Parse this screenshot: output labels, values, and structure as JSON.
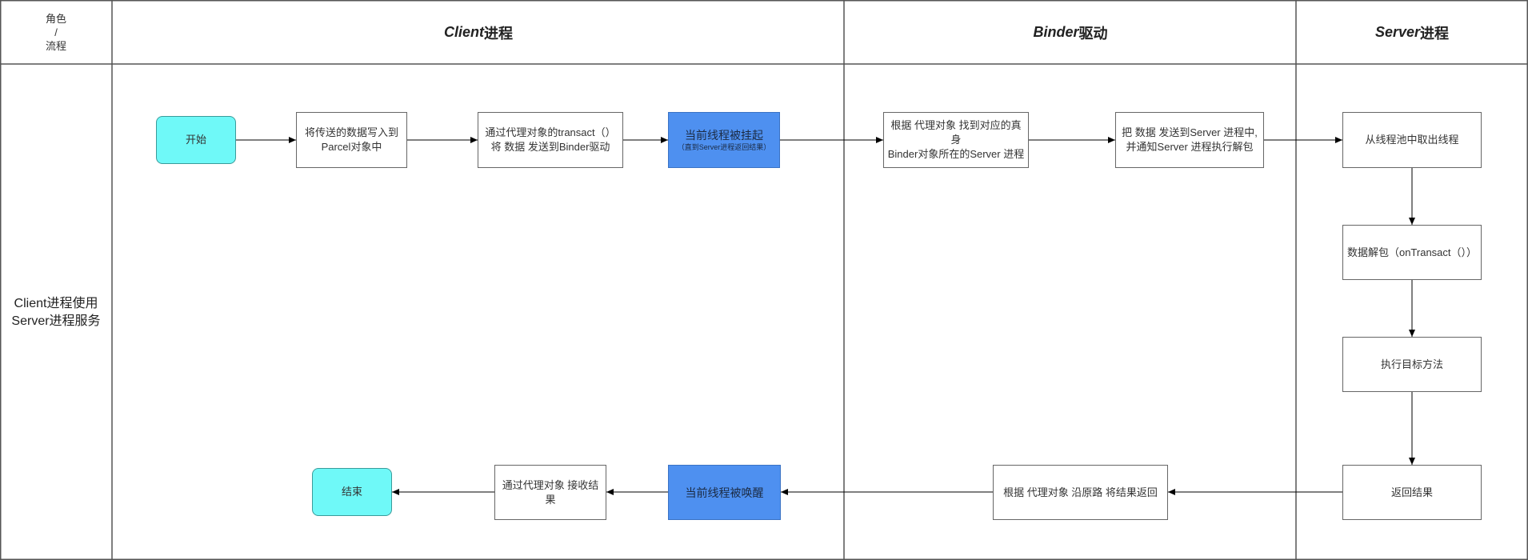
{
  "header": {
    "corner": {
      "line1": "角色",
      "line2": "/",
      "line3": "流程"
    },
    "lanes": [
      {
        "italic": "Client",
        "rest": "进程"
      },
      {
        "italic": "Binder",
        "rest": "驱动"
      },
      {
        "italic": "Server",
        "rest": "进程"
      }
    ]
  },
  "row": {
    "label_line1": "Client进程使用",
    "label_line2": "Server进程服务"
  },
  "nodes": {
    "start": "开始",
    "write_parcel": {
      "line1": "将传送的数据写入到",
      "line2": "Parcel对象中"
    },
    "transact": {
      "line1": "通过代理对象的transact（）",
      "line2": "将 数据 发送到Binder驱动"
    },
    "suspend": {
      "line1": "当前线程被挂起",
      "line2": "（直到Server进程返回结果）"
    },
    "find_binder": {
      "line1": "根据 代理对象 找到对应的真身",
      "line2": "Binder对象所在的Server 进程"
    },
    "send_server": {
      "line1": "把 数据 发送到Server 进程中,",
      "line2": "并通知Server 进程执行解包"
    },
    "take_thread": "从线程池中取出线程",
    "unpack": "数据解包（onTransact（））",
    "execute": "执行目标方法",
    "return_result": "返回结果",
    "route_back": "根据 代理对象 沿原路 将结果返回",
    "awaken": "当前线程被唤醒",
    "receive": "通过代理对象 接收结果",
    "end": "结束"
  },
  "colors": {
    "terminal_fill": "#6ff9f8",
    "highlight_fill": "#4e90f0",
    "border": "#666666",
    "line": "#000000"
  }
}
